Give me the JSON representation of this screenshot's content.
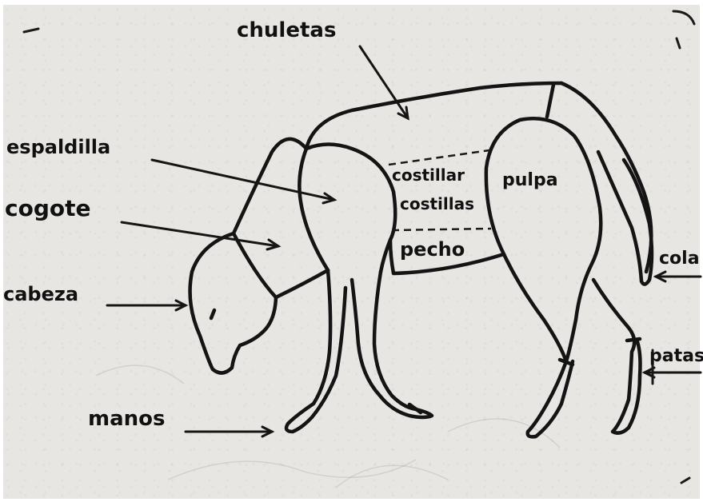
{
  "labels": {
    "chuletas": "chuletas",
    "espaldilla": "espaldilla",
    "cogote": "cogote",
    "cabeza": "cabeza",
    "manos": "manos",
    "costillar": "costillar",
    "costillas": "costillas",
    "pulpa": "pulpa",
    "pecho": "pecho",
    "cola": "cola",
    "patas": "patas"
  }
}
